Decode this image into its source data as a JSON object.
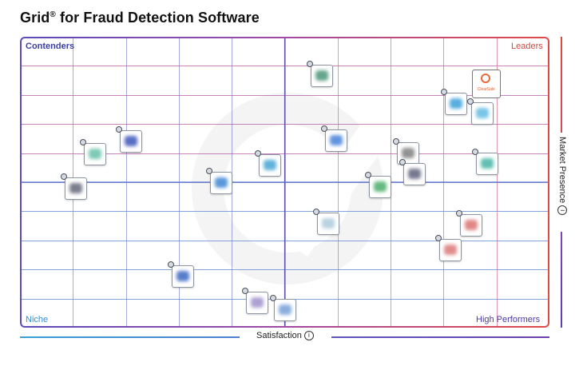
{
  "title": "Grid",
  "title_mark": "®",
  "title_rest": " for Fraud Detection Software",
  "quadrants": {
    "top_left": "Contenders",
    "top_right": "Leaders",
    "bottom_left": "Niche",
    "bottom_right": "High Performers"
  },
  "x_axis": {
    "label": "Satisfaction",
    "info": "i"
  },
  "y_axis": {
    "label": "Market Presence",
    "info": "i"
  },
  "highlight_logo_text": "ClearSale",
  "colors": {
    "top_left": "#5b4bb8",
    "top_right": "#e14a47",
    "bottom_left": "#2e9ad9",
    "bottom_right": "#6a3fb1"
  },
  "chart_data": {
    "type": "scatter",
    "xlabel": "Satisfaction",
    "ylabel": "Market Presence",
    "xlim": [
      0,
      100
    ],
    "ylim": [
      0,
      100
    ],
    "grid": true,
    "points": [
      {
        "x": 56.8,
        "y": 86.8,
        "color": "#3f8f6f",
        "highlight": false
      },
      {
        "x": 87.9,
        "y": 84.0,
        "color": "#e86a3a",
        "highlight": true
      },
      {
        "x": 82.2,
        "y": 77.3,
        "color": "#2f9ad6",
        "highlight": false
      },
      {
        "x": 87.2,
        "y": 73.8,
        "color": "#58b7e0",
        "highlight": false
      },
      {
        "x": 20.8,
        "y": 64.2,
        "color": "#2e4bb5",
        "highlight": false
      },
      {
        "x": 14.1,
        "y": 59.9,
        "color": "#5dbda5",
        "highlight": false
      },
      {
        "x": 59.6,
        "y": 64.5,
        "color": "#3b7ad9",
        "highlight": false
      },
      {
        "x": 73.2,
        "y": 60.2,
        "color": "#777777",
        "highlight": false
      },
      {
        "x": 88.1,
        "y": 56.6,
        "color": "#3bb0a0",
        "highlight": false
      },
      {
        "x": 47.0,
        "y": 56.0,
        "color": "#3aa0d2",
        "highlight": false
      },
      {
        "x": 74.4,
        "y": 52.9,
        "color": "#555a75",
        "highlight": false
      },
      {
        "x": 37.8,
        "y": 50.1,
        "color": "#2f7fd0",
        "highlight": false
      },
      {
        "x": 67.8,
        "y": 48.6,
        "color": "#3fa860",
        "highlight": false
      },
      {
        "x": 10.4,
        "y": 48.0,
        "color": "#5b6070",
        "highlight": false
      },
      {
        "x": 58.1,
        "y": 35.9,
        "color": "#a8c7da",
        "highlight": false
      },
      {
        "x": 85.1,
        "y": 35.4,
        "color": "#d86a6a",
        "highlight": false
      },
      {
        "x": 81.1,
        "y": 26.8,
        "color": "#d97070",
        "highlight": false
      },
      {
        "x": 30.6,
        "y": 17.9,
        "color": "#2f5fbf",
        "highlight": false
      },
      {
        "x": 44.6,
        "y": 8.9,
        "color": "#9a8ac7",
        "highlight": false
      },
      {
        "x": 49.9,
        "y": 6.2,
        "color": "#6d9ad6",
        "highlight": false
      }
    ]
  }
}
